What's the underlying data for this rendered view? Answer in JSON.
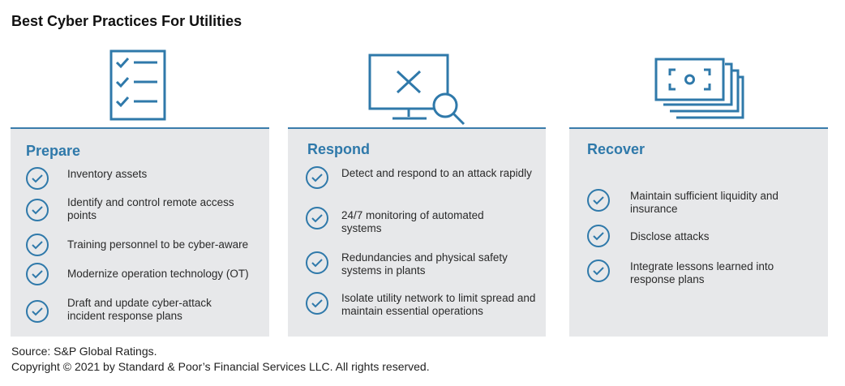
{
  "title": "Best Cyber Practices For Utilities",
  "accent_color": "#2f79aa",
  "panel_color": "#e7e8ea",
  "icons": [
    "checklist-icon",
    "monitor-search-icon",
    "money-stack-icon",
    "check-circle-icon"
  ],
  "panels": [
    {
      "title": "Prepare",
      "items": [
        {
          "text": "Inventory assets"
        },
        {
          "text": "Identify and control remote access points"
        },
        {
          "text": "Training personnel to be cyber-aware"
        },
        {
          "text": "Modernize operation technology (OT)"
        },
        {
          "text": "Draft and update cyber-attack incident response plans"
        }
      ]
    },
    {
      "title": "Respond",
      "items": [
        {
          "text": "Detect and respond to an attack rapidly"
        },
        {
          "text": "24/7 monitoring of automated systems"
        },
        {
          "text": "Redundancies and physical safety systems in plants"
        },
        {
          "text": "Isolate utility network to limit spread and maintain essential operations"
        }
      ]
    },
    {
      "title": "Recover",
      "items": [
        {
          "text": "Maintain sufficient liquidity and insurance"
        },
        {
          "text": "Disclose attacks"
        },
        {
          "text": "Integrate lessons learned into response plans"
        }
      ]
    }
  ],
  "footer": {
    "source": "Source: S&P Global Ratings.",
    "copyright": "Copyright © 2021 by Standard & Poor’s Financial Services LLC. All rights reserved."
  }
}
